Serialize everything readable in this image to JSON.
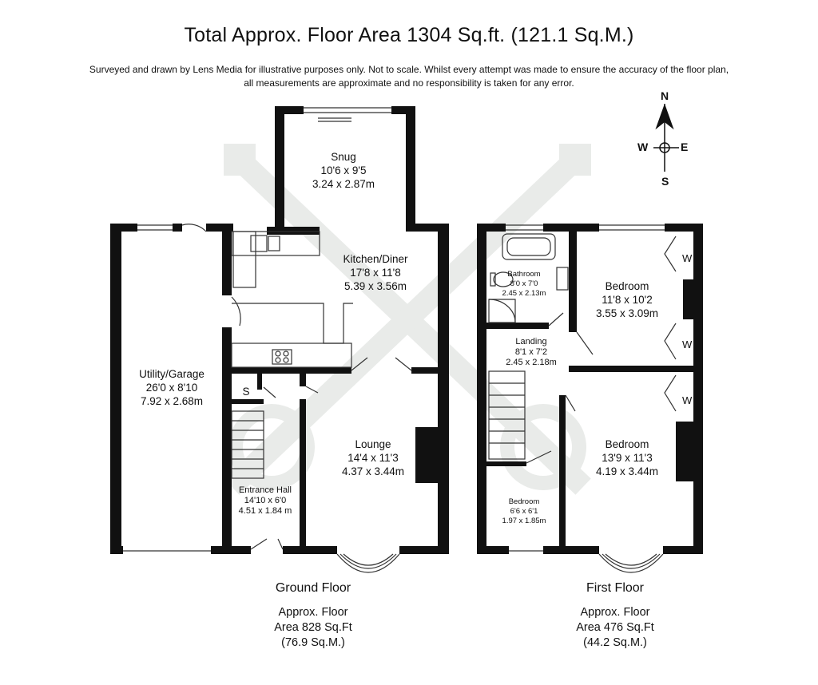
{
  "header": {
    "title": "Total Approx. Floor Area 1304 Sq.ft. (121.1 Sq.M.)",
    "disclaimer_line1": "Surveyed and drawn by Lens Media for illustrative purposes only. Not to scale. Whilst every attempt was made to ensure the accuracy of the floor plan,",
    "disclaimer_line2": "all measurements are approximate and no responsibility is taken for any error."
  },
  "compass": {
    "n": "N",
    "s": "S",
    "e": "E",
    "w": "W"
  },
  "ground_floor": {
    "caption": "Ground Floor",
    "area_line1": "Approx. Floor",
    "area_line2": "Area 828 Sq.Ft",
    "area_line3": "(76.9 Sq.M.)",
    "rooms": {
      "snug": {
        "name": "Snug",
        "imperial": "10'6 x 9'5",
        "metric": "3.24 x 2.87m"
      },
      "kitchen": {
        "name": "Kitchen/Diner",
        "imperial": "17'8 x 11'8",
        "metric": "5.39 x 3.56m"
      },
      "utility": {
        "name": "Utility/Garage",
        "imperial": "26'0 x 8'10",
        "metric": "7.92 x 2.68m"
      },
      "lounge": {
        "name": "Lounge",
        "imperial": "14'4 x 11'3",
        "metric": "4.37 x 3.44m"
      },
      "hall": {
        "name": "Entrance Hall",
        "imperial": "14'10 x 6'0",
        "metric": "4.51 x 1.84 m"
      },
      "store": {
        "name": "S"
      }
    }
  },
  "first_floor": {
    "caption": "First Floor",
    "area_line1": "Approx. Floor",
    "area_line2": "Area 476 Sq.Ft",
    "area_line3": "(44.2 Sq.M.)",
    "rooms": {
      "bathroom": {
        "name": "Bathroom",
        "imperial": "8'0 x 7'0",
        "metric": "2.45 x 2.13m"
      },
      "bedroom1": {
        "name": "Bedroom",
        "imperial": "11'8 x 10'2",
        "metric": "3.55 x 3.09m"
      },
      "landing": {
        "name": "Landing",
        "imperial": "8'1 x 7'2",
        "metric": "2.45 x 2.18m"
      },
      "bedroom2": {
        "name": "Bedroom",
        "imperial": "13'9 x 11'3",
        "metric": "4.19 x 3.44m"
      },
      "bedroom3": {
        "name": "Bedroom",
        "imperial": "6'6 x 6'1",
        "metric": "1.97 x 1.85m"
      }
    },
    "wardrobe_label": "W"
  },
  "colors": {
    "wall": "#111111",
    "watermark": "#e9ebe9"
  }
}
